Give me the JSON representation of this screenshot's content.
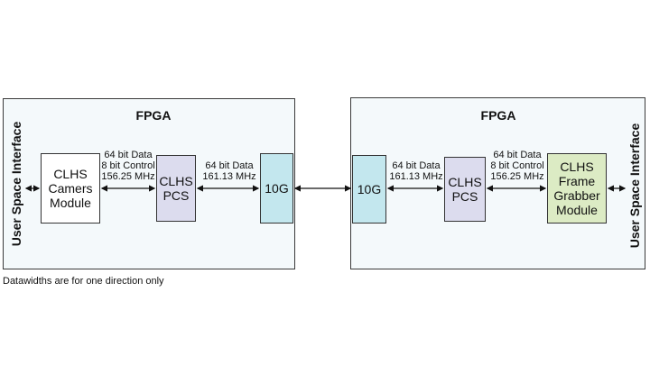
{
  "left_panel": {
    "title": "FPGA",
    "user_space_label": "User Space Interface",
    "camera_module": [
      "CLHS",
      "Camers",
      "Module"
    ],
    "pcs": [
      "CLHS",
      "PCS"
    ],
    "tenG": "10G",
    "link1_labels": [
      "64 bit Data",
      "8 bit Control",
      "156.25 MHz"
    ],
    "link2_labels": [
      "64 bit Data",
      "161.13 MHz"
    ]
  },
  "right_panel": {
    "title": "FPGA",
    "user_space_label": "User Space Interface",
    "tenG": "10G",
    "pcs": [
      "CLHS",
      "PCS"
    ],
    "frame_grabber": [
      "CLHS",
      "Frame",
      "Grabber",
      "Module"
    ],
    "link1_labels": [
      "64 bit Data",
      "161.13 MHz"
    ],
    "link2_labels": [
      "64 bit Data",
      "8 bit Control",
      "156.25 MHz"
    ]
  },
  "footnote": "Datawidths are for one direction only",
  "colors": {
    "panel_bg": "#f4f9fb",
    "pcs": "#dcdcee",
    "tenG": "#c3e7ee",
    "frame_grabber": "#dcebc4"
  }
}
